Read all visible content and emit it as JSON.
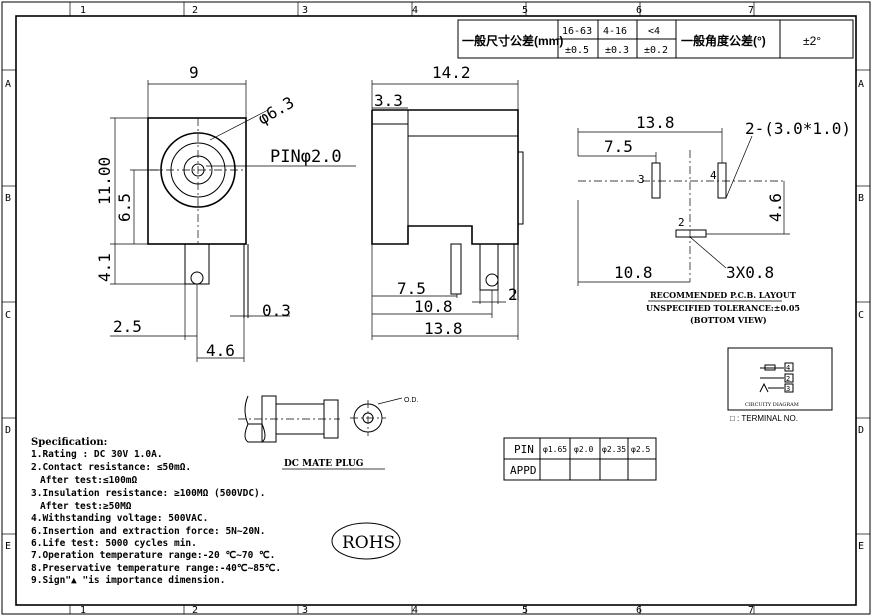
{
  "frame": {
    "col_labels": [
      "1",
      "2",
      "3",
      "4",
      "5",
      "6",
      "7"
    ],
    "row_labels": [
      "A",
      "B",
      "C",
      "D",
      "E"
    ]
  },
  "title_block": {
    "general_tol_label": "一般尺寸公差(mm)",
    "ranges": [
      "16-63",
      "4-16",
      "<4"
    ],
    "tolerances": [
      "±0.5",
      "±0.3",
      "±0.2"
    ],
    "angle_tol_label": "一般角度公差(°)",
    "angle_tol": "±2°"
  },
  "front_view": {
    "width": "9",
    "body_height": "11.00",
    "center_height": "6.5",
    "pin_length": "4.1",
    "outer_dia": "φ6.3",
    "pin_dia": "PINφ2.0",
    "pin_offset": "2.5",
    "pin_spacing": "4.6",
    "pin_thickness": "0.3"
  },
  "side_view": {
    "length": "14.2",
    "step": "3.3",
    "pin1": "7.5",
    "pin2": "10.8",
    "pin3": "13.8",
    "pin_width": "2"
  },
  "pcb_layout": {
    "span": "13.8",
    "pin3_pos": "7.5",
    "slot_size": "2-(3.0*1.0)",
    "vertical": "4.6",
    "pin2_pos": "10.8",
    "slot2_size": "3X0.8",
    "pin_labels": [
      "3",
      "4",
      "2"
    ],
    "title1": "RECOMMENDED P.C.B. LAYOUT",
    "title2": "UNSPECIFIED TOLERANCE:±0.05",
    "title3": "(BOTTOM VIEW)"
  },
  "circuit": {
    "title": "CIRCUITY DIAGRAM",
    "terminal_note": "□ : TERMINAL NO.",
    "terminals": [
      "4",
      "2",
      "3"
    ]
  },
  "plug": {
    "label": "DC MATE PLUG",
    "od_label": "O.D."
  },
  "pin_table": {
    "header": "PIN",
    "values": [
      "φ1.65",
      "φ2.0",
      "φ2.35",
      "φ2.5"
    ],
    "row2": "APPD"
  },
  "spec": {
    "title": "Specification:",
    "lines": [
      "1.Rating : DC 30V 1.0A.",
      "2.Contact resistance: ≤50mΩ.",
      "  After test:≤100mΩ",
      "3.Insulation resistance: ≥100MΩ (500VDC).",
      "  After test:≥50MΩ",
      "4.Withstanding voltage: 500VAC.",
      "6.Insertion and extraction force: 5N~20N.",
      "6.Life test: 5000 cycles min.",
      "7.Operation temperature range:-20 ℃~70 ℃.",
      "8.Preservative temperature range:-40℃~85℃.",
      "9.Sign\"▲ \"is importance dimension."
    ]
  },
  "rohs": "ROHS"
}
